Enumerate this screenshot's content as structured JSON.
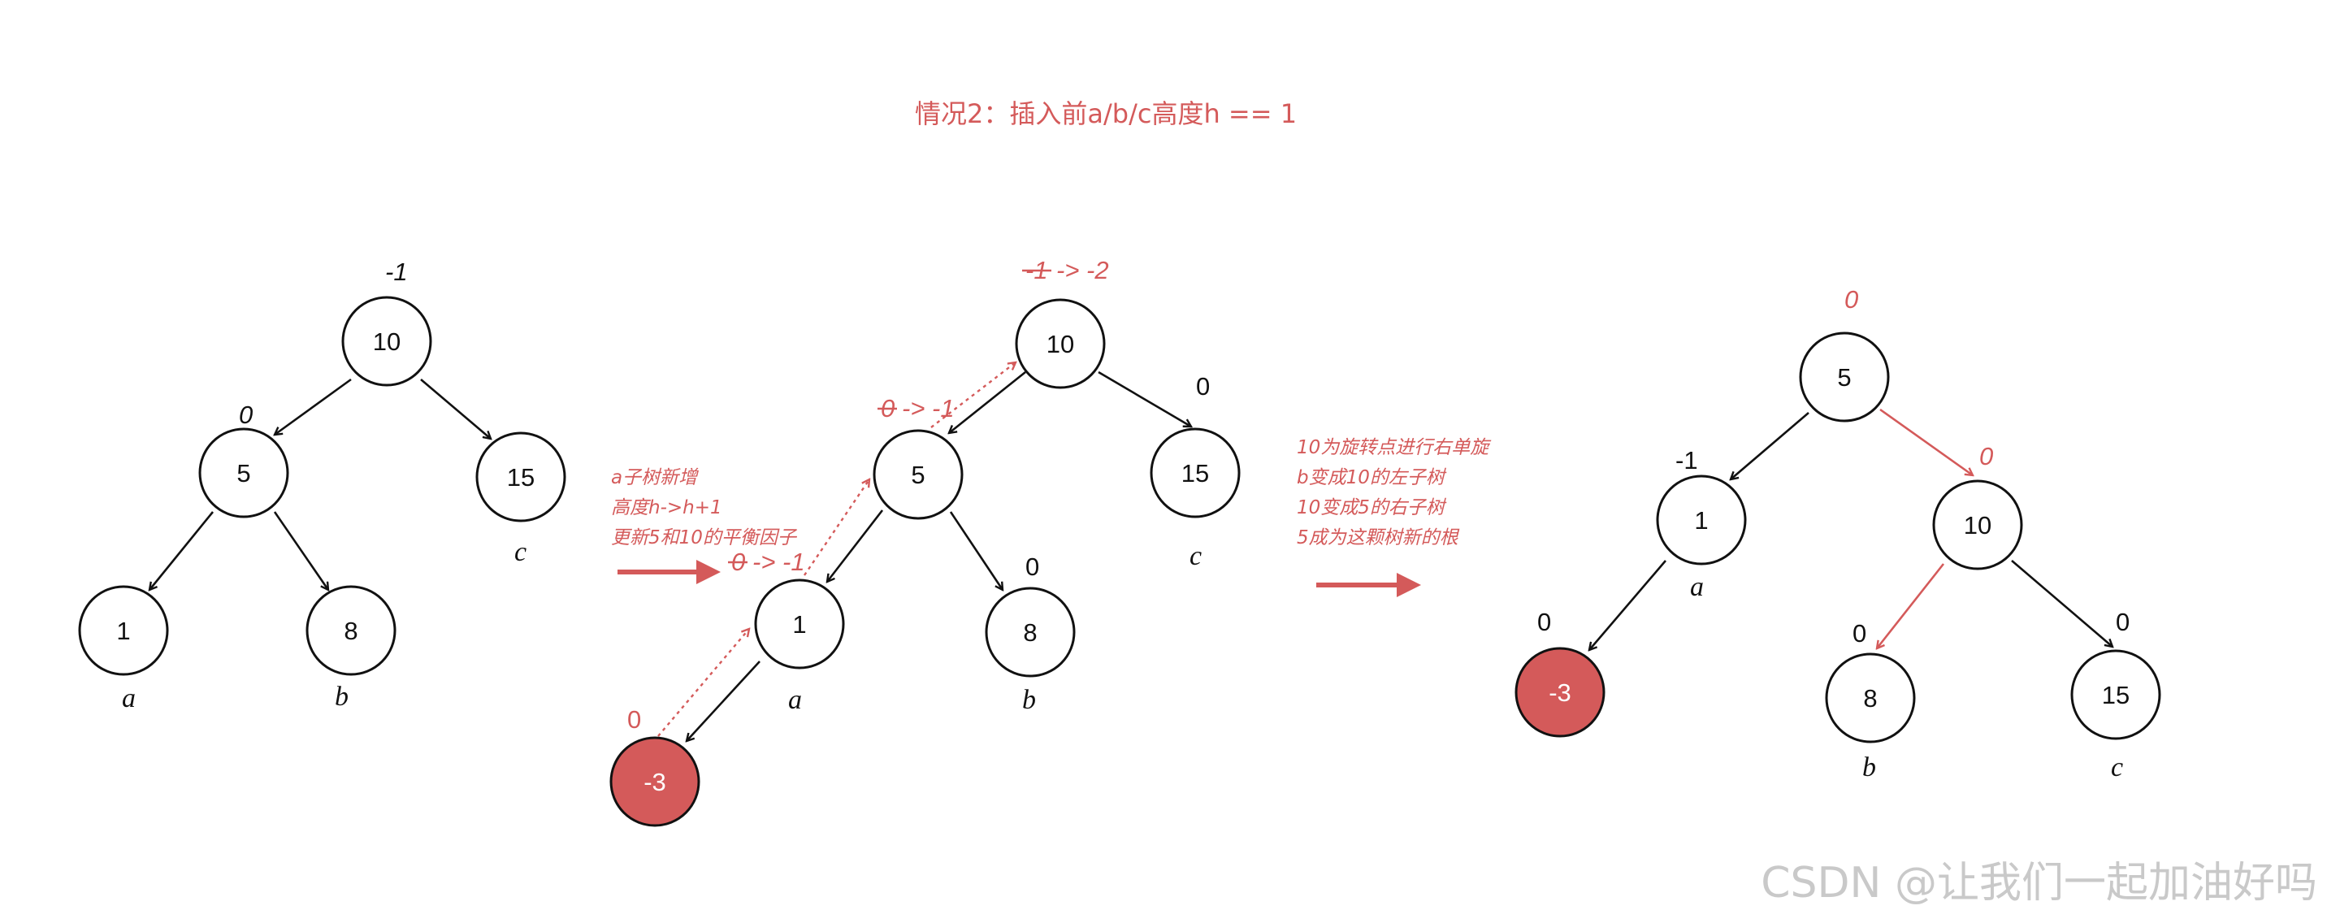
{
  "title": "情况2：插入前a/b/c高度h == 1",
  "trees": [
    {
      "nodes": [
        {
          "id": "t1-10",
          "value": "10",
          "bf": "-1",
          "bf_italic": true
        },
        {
          "id": "t1-5",
          "value": "5",
          "bf": "0",
          "bf_italic": true
        },
        {
          "id": "t1-15",
          "value": "15",
          "sub": "c"
        },
        {
          "id": "t1-1",
          "value": "1",
          "sub": "a"
        },
        {
          "id": "t1-8",
          "value": "8",
          "sub": "b"
        }
      ]
    },
    {
      "nodes": [
        {
          "id": "t2-10",
          "value": "10",
          "bf_old": "-1",
          "bf_new": "-> -2"
        },
        {
          "id": "t2-5",
          "value": "5",
          "bf_old": "0",
          "bf_new": "-> -1"
        },
        {
          "id": "t2-15",
          "value": "15",
          "bf": "0",
          "sub": "c"
        },
        {
          "id": "t2-1",
          "value": "1",
          "bf_old": "0",
          "bf_new": "-> -1",
          "sub": "a"
        },
        {
          "id": "t2-8",
          "value": "8",
          "bf": "0",
          "sub": "b"
        },
        {
          "id": "t2-n3",
          "value": "-3",
          "bf": "0",
          "highlight": true
        }
      ],
      "note": [
        "a子树新增",
        "高度h->h+1",
        "更新5和10的平衡因子"
      ]
    },
    {
      "nodes": [
        {
          "id": "t3-5",
          "value": "5",
          "bf": "0"
        },
        {
          "id": "t3-1",
          "value": "1",
          "bf": "-1",
          "sub": "a"
        },
        {
          "id": "t3-10",
          "value": "10",
          "bf": "0"
        },
        {
          "id": "t3-n3",
          "value": "-3",
          "bf": "0",
          "highlight": true
        },
        {
          "id": "t3-8",
          "value": "8",
          "bf": "0",
          "sub": "b"
        },
        {
          "id": "t3-15",
          "value": "15",
          "bf": "0",
          "sub": "c"
        }
      ],
      "note": [
        "10为旋转点进行右单旋",
        "b变成10的左子树",
        "10变成5的右子树",
        "5成为这颗树新的根"
      ]
    }
  ],
  "watermark": "CSDN @让我们一起加油好吗",
  "colors": {
    "accent": "#d45a5a",
    "stroke": "#111111"
  }
}
